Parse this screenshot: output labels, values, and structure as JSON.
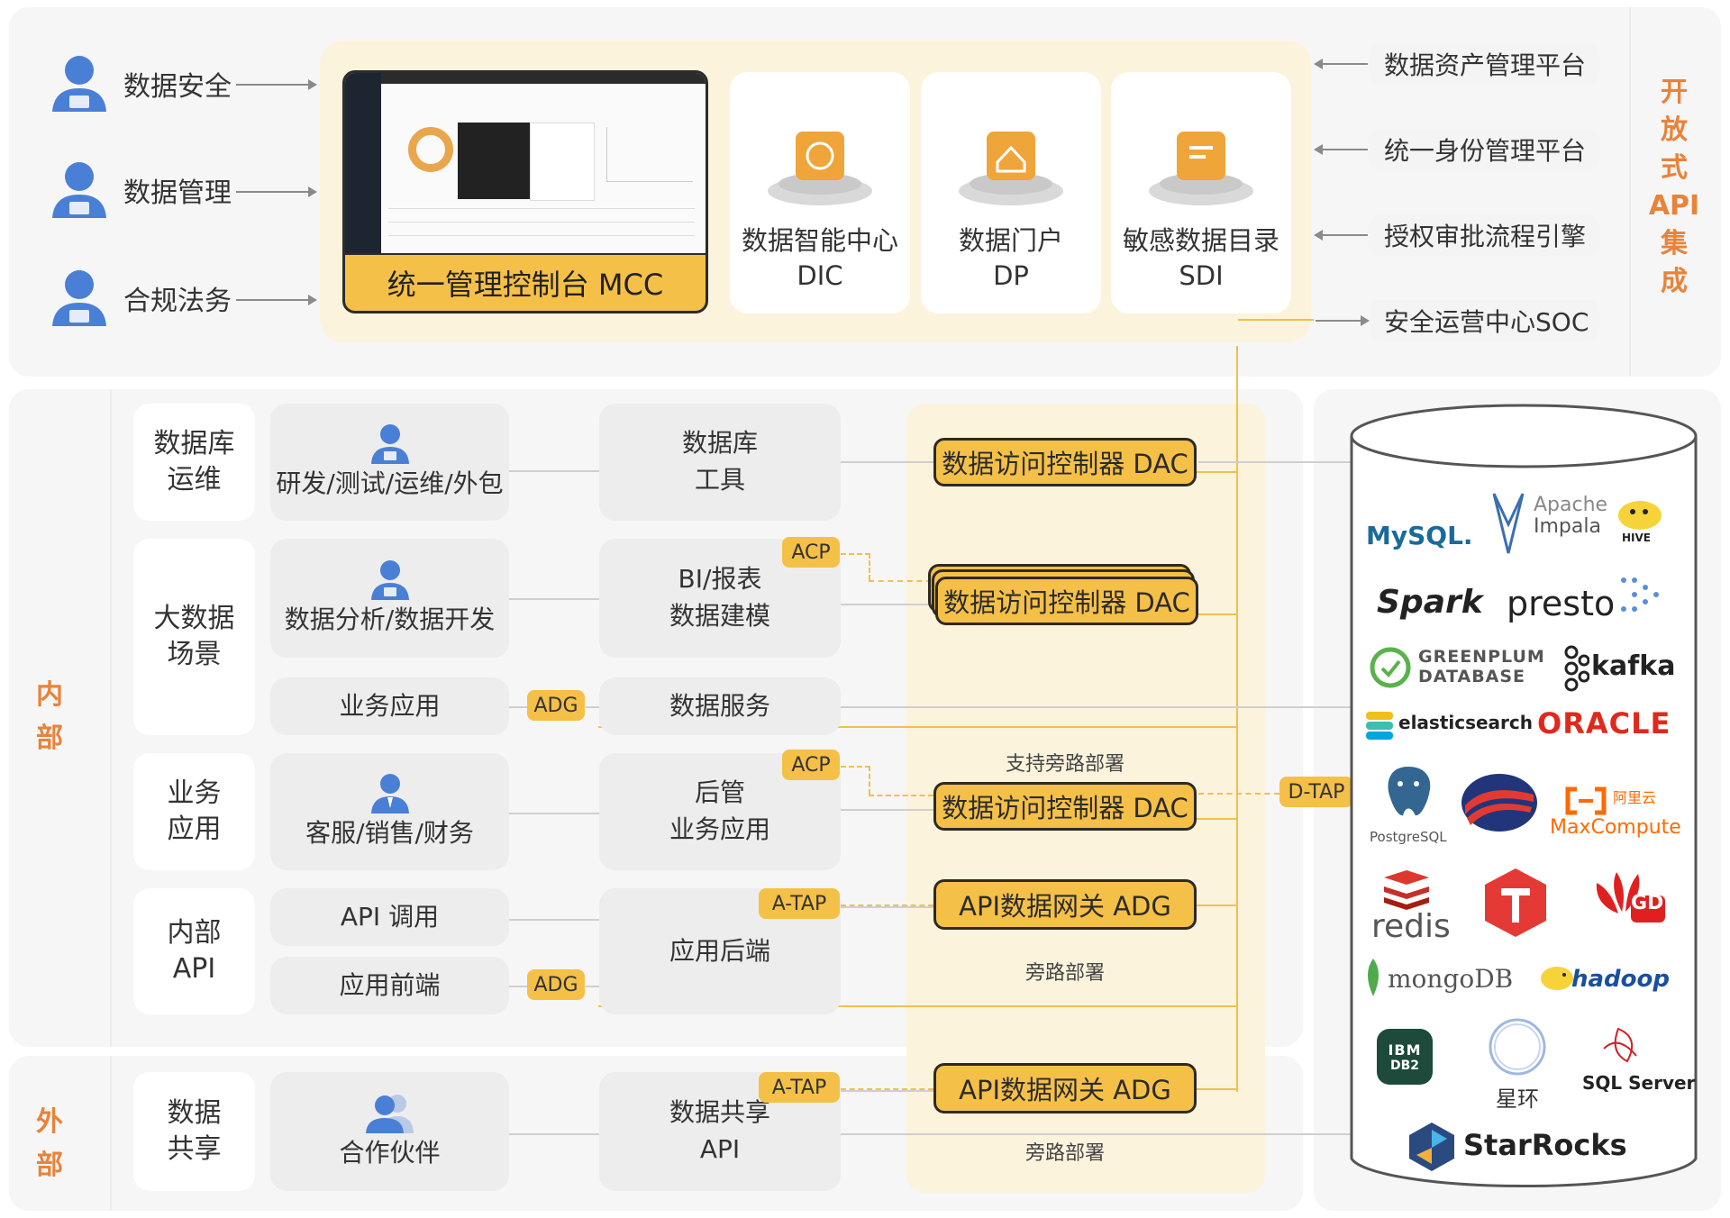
{
  "top": {
    "roles": [
      "数据安全",
      "数据管理",
      "合规法务"
    ],
    "mcc_label": "统一管理控制台 MCC",
    "products": [
      {
        "line1": "数据智能中心",
        "line2": "DIC"
      },
      {
        "line1": "数据门户",
        "line2": "DP"
      },
      {
        "line1": "敏感数据目录",
        "line2": "SDI"
      }
    ],
    "integrations": [
      "数据资产管理平台",
      "统一身份管理平台",
      "授权审批流程引擎",
      "安全运营中心SOC"
    ],
    "api_label": [
      "开",
      "放",
      "式",
      "API",
      "集",
      "成"
    ]
  },
  "sections": {
    "internal": [
      "内",
      "部"
    ],
    "external": [
      "外",
      "部"
    ]
  },
  "rows": {
    "db_ops": {
      "label": [
        "数据库",
        "运维"
      ],
      "users": "研发/测试/运维/外包",
      "tool": [
        "数据库",
        "工具"
      ]
    },
    "bigdata": {
      "label": [
        "大数据",
        "场景"
      ],
      "users": "数据分析/数据开发",
      "tool": [
        "BI/报表",
        "数据建模"
      ],
      "app": "业务应用",
      "service": "数据服务"
    },
    "biz": {
      "label": [
        "业务",
        "应用"
      ],
      "users": "客服/销售/财务",
      "tool": [
        "后管",
        "业务应用"
      ]
    },
    "api": {
      "label": [
        "内部",
        "API"
      ],
      "call": "API 调用",
      "frontend": "应用前端",
      "backend": "应用后端"
    },
    "share": {
      "label": [
        "数据",
        "共享"
      ],
      "users": "合作伙伴",
      "tool": [
        "数据共享",
        "API"
      ]
    }
  },
  "controllers": {
    "dac": "数据访问控制器 DAC",
    "adg": "API数据网关 ADG",
    "bypass_support": "支持旁路部署",
    "bypass": "旁路部署"
  },
  "tags": {
    "acp": "ACP",
    "adg": "ADG",
    "atap": "A-TAP",
    "dtap": "D-TAP"
  },
  "databases": [
    "MySQL.",
    "Apache",
    "Impala",
    "HIVE",
    "Spark",
    "presto",
    "GREENPLUM",
    "DATABASE",
    "kafka",
    "elasticsearch",
    "ORACLE",
    "PostgreSQL",
    "阿里云",
    "MaxCompute",
    "redis",
    "GD",
    "mongoDB",
    "hadoop",
    "IBM",
    "DB2",
    "星环",
    "SQL Server",
    "StarRocks"
  ],
  "colors": {
    "accent": "#f5c048",
    "panel": "#f6f6f7",
    "orange_text": "#e8833a",
    "user_blue": "#4a7fd6"
  }
}
